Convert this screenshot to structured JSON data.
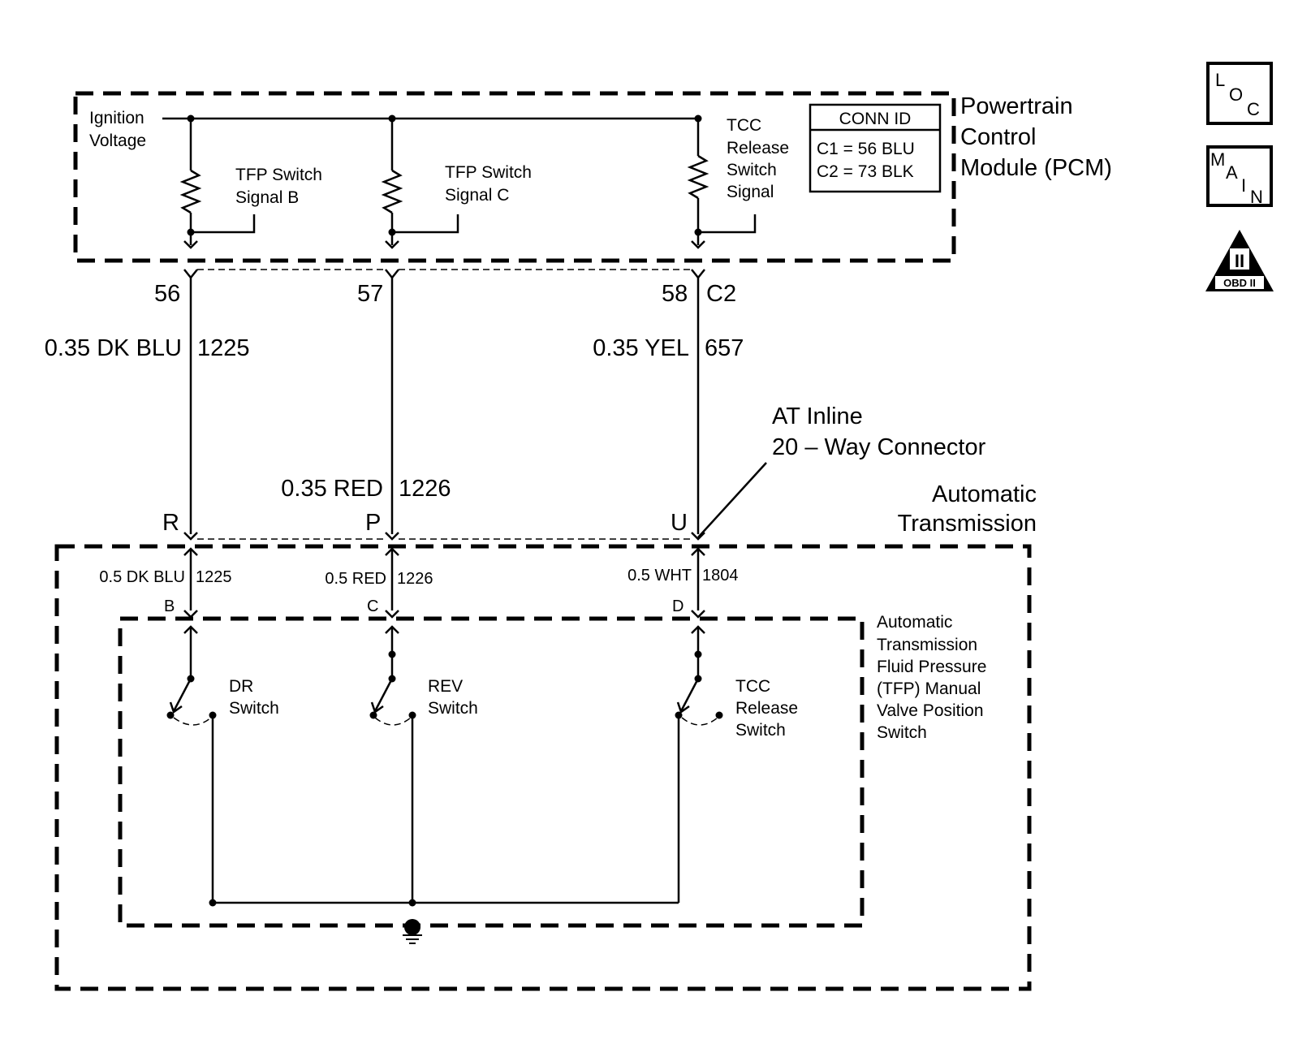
{
  "pcm": {
    "title_line1": "Powertrain",
    "title_line2": "Control",
    "title_line3": "Module (PCM)",
    "ignition_line1": "Ignition",
    "ignition_line2": "Voltage",
    "signal_b_line1": "TFP Switch",
    "signal_b_line2": "Signal B",
    "signal_c_line1": "TFP Switch",
    "signal_c_line2": "Signal C",
    "tcc_line1": "TCC",
    "tcc_line2": "Release",
    "tcc_line3": "Switch",
    "tcc_line4": "Signal",
    "conn_id": {
      "header": "CONN ID",
      "row1": "C1  =  56 BLU",
      "row2": "C2  =  73 BLK"
    }
  },
  "pcm_pins": {
    "pin1": "56",
    "pin2": "57",
    "pin3": "58",
    "connector": "C2"
  },
  "wires_upper": {
    "w1_label": "0.35 DK BLU",
    "w1_circuit": "1225",
    "w2_label": "0.35 RED",
    "w2_circuit": "1226",
    "w3_label": "0.35 YEL",
    "w3_circuit": "657"
  },
  "inline_connector": {
    "label_line1": "AT Inline",
    "label_line2": "20 – Way Connector",
    "pin1": "R",
    "pin2": "P",
    "pin3": "U"
  },
  "transmission": {
    "title_line1": "Automatic",
    "title_line2": "Transmission"
  },
  "wires_lower": {
    "w1_label": "0.5 DK BLU",
    "w1_circuit": "1225",
    "w2_label": "0.5 RED",
    "w2_circuit": "1226",
    "w3_label": "0.5 WHT",
    "w3_circuit": "1804"
  },
  "switch_pins": {
    "pin1": "B",
    "pin2": "C",
    "pin3": "D"
  },
  "switch_assembly": {
    "line1": "Automatic",
    "line2": "Transmission",
    "line3": "Fluid Pressure",
    "line4": "(TFP) Manual",
    "line5": "Valve Position",
    "line6": "Switch"
  },
  "switches": {
    "dr_line1": "DR",
    "dr_line2": "Switch",
    "rev_line1": "REV",
    "rev_line2": "Switch",
    "tcc_line1": "TCC",
    "tcc_line2": "Release",
    "tcc_line3": "Switch"
  },
  "badges": {
    "loc_l": "L",
    "loc_o": "O",
    "loc_c": "C",
    "main_m": "M",
    "main_a": "A",
    "main_i": "I",
    "main_n": "N",
    "obd_roman": "II",
    "obd_text": "OBD II"
  }
}
